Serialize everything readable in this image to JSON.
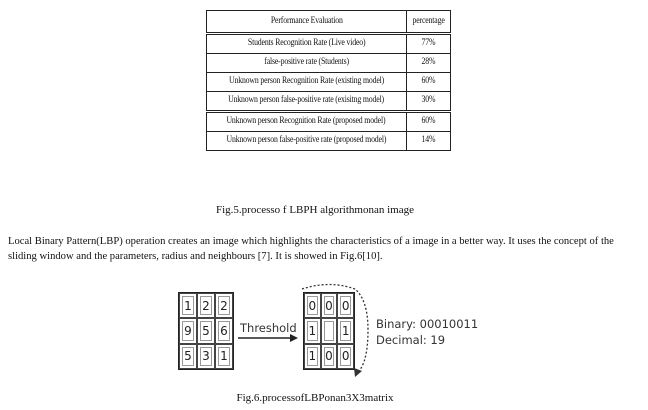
{
  "table": {
    "headers": [
      "Performance Evaluation",
      "percentage"
    ],
    "rows": [
      {
        "label": "Students Recognition Rate (Live video)",
        "value": "77%"
      },
      {
        "label": "false-positive rate (Students)",
        "value": "28%"
      },
      {
        "label": "Unknown person Recognition Rate (existing model)",
        "value": "60%"
      },
      {
        "label": "Unknown person false-positive rate (exisitng model)",
        "value": "30%"
      },
      {
        "label": "Unknown person Recognition Rate (proposed model)",
        "value": "60%"
      },
      {
        "label": "Unknown person false-positive rate (proposed model)",
        "value": "14%"
      }
    ]
  },
  "fig5_caption": "Fig.5.processo f LBPH algorithmonan image",
  "paragraph": "Local Binary Pattern(LBP) operation creates an image which highlights the characteristics of a image in a better way. It uses the concept of the sliding window and the parameters, radius and neighbours [7]. It is showed in Fig.6[10].",
  "lbp_figure": {
    "input_grid": [
      "1",
      "2",
      "2",
      "9",
      "5",
      "6",
      "5",
      "3",
      "1"
    ],
    "output_grid": [
      "0",
      "0",
      "0",
      "1",
      "",
      "1",
      "1",
      "0",
      "0"
    ],
    "threshold_label": "Threshold",
    "binary_label": "Binary: 00010011",
    "decimal_label": "Decimal: 19"
  },
  "fig6_caption": "Fig.6.processofLBPonan3X3matrix"
}
